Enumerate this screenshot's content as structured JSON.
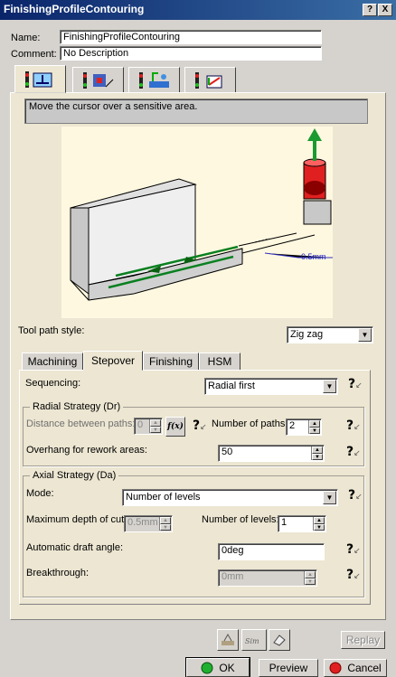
{
  "window": {
    "title": "FinishingProfileContouring",
    "help_btn": "?",
    "close_btn": "X"
  },
  "form": {
    "name_label": "Name:",
    "name_value": "FinishingProfileContouring",
    "comment_label": "Comment:",
    "comment_value": "No Description"
  },
  "tabs": [
    {
      "name": "geometry-tab-icon"
    },
    {
      "name": "tool-tab-icon"
    },
    {
      "name": "feeds-speeds-tab-icon"
    },
    {
      "name": "macro-tab-icon"
    }
  ],
  "message": "Move the cursor over a sensitive area.",
  "diagram": {
    "dim_label": "0.5mm"
  },
  "toolpath": {
    "label": "Tool path style:",
    "value": "Zig zag"
  },
  "subtabs": [
    "Machining",
    "Stepover",
    "Finishing",
    "HSM"
  ],
  "stepover": {
    "sequencing_label": "Sequencing:",
    "sequencing_value": "Radial first",
    "radial": {
      "title": "Radial Strategy (Dr)",
      "distance_label": "Distance between paths:",
      "distance_value": "0",
      "fx": "f(x)",
      "num_paths_label": "Number of paths:",
      "num_paths_value": "2",
      "overhang_label": "Overhang for rework areas:",
      "overhang_value": "50"
    },
    "axial": {
      "title": "Axial Strategy (Da)",
      "mode_label": "Mode:",
      "mode_value": "Number of levels",
      "max_depth_label": "Maximum depth of cut:",
      "max_depth_value": "0.5mm",
      "num_levels_label": "Number of levels:",
      "num_levels_value": "1",
      "draft_label": "Automatic draft angle:",
      "draft_value": "0deg",
      "breakthrough_label": "Breakthrough:",
      "breakthrough_value": "0mm"
    }
  },
  "help": "?",
  "buttons": {
    "replay": "Replay",
    "ok": "OK",
    "preview": "Preview",
    "cancel": "Cancel"
  }
}
